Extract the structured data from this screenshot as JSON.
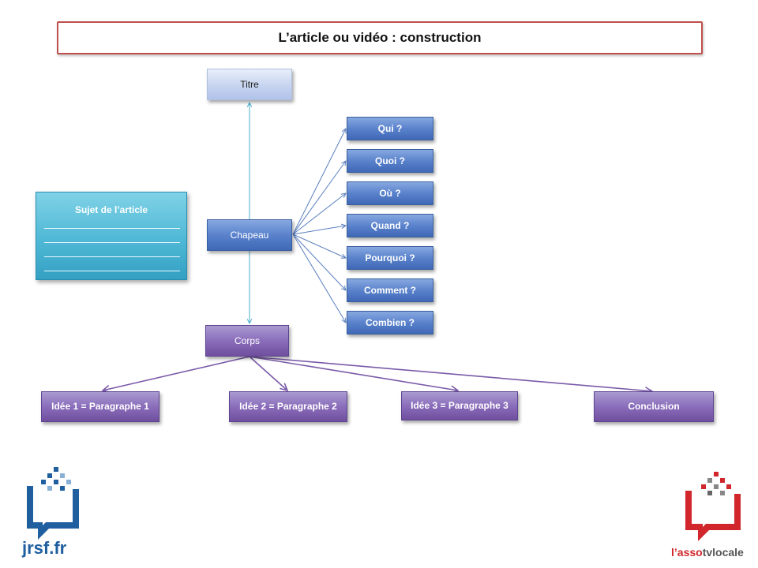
{
  "header": {
    "title": "L’article ou vidéo  : construction"
  },
  "nodes": {
    "titre": "Titre",
    "chapeau": "Chapeau",
    "corps": "Corps",
    "sujet": "Sujet de l’article",
    "questions": [
      "Qui ?",
      "Quoi ?",
      "Où ?",
      "Quand ?",
      "Pourquoi ?",
      "Comment ?",
      "Combien ?"
    ],
    "idee1": "Idée 1 = Paragraphe 1",
    "idee2": "Idée 2 = Paragraphe 2",
    "idee3": "Idée 3 = Paragraphe 3",
    "conclusion": "Conclusion"
  },
  "logos": {
    "left": "jrsf.fr",
    "right_prefix": "l’asso",
    "right_suffix": "tvlocale"
  },
  "colors": {
    "title_border": "#c0504d",
    "blue_node": "#4f78c0",
    "purple_node": "#7f60b0",
    "teal_node": "#4fb8d6",
    "logo_left": "#1f5fa0",
    "logo_right": "#d0262c"
  }
}
